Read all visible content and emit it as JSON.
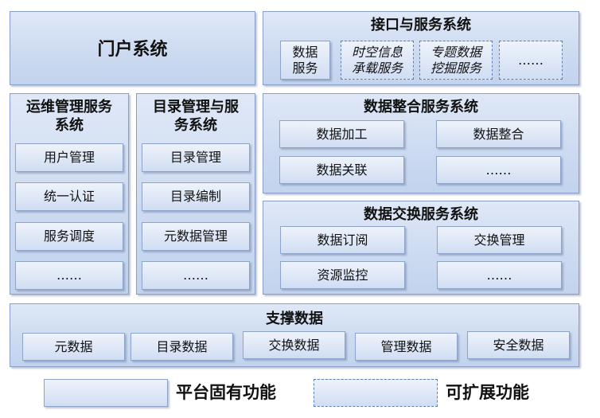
{
  "portal": {
    "title": "门户系统"
  },
  "interface_service": {
    "title": "接口与服务系统",
    "items": [
      "数据\n服务",
      "时空信息\n承载服务",
      "专题数据\n挖掘服务",
      "……"
    ]
  },
  "ops_service": {
    "title": "运维管理服务\n系统",
    "items": [
      "用户管理",
      "统一认证",
      "服务调度",
      "……"
    ]
  },
  "catalog_service": {
    "title": "目录管理与服\n务系统",
    "items": [
      "目录管理",
      "目录编制",
      "元数据管理",
      "……"
    ]
  },
  "integration_service": {
    "title": "数据整合服务系统",
    "items": [
      "数据加工",
      "数据整合",
      "数据关联",
      "……"
    ]
  },
  "exchange_service": {
    "title": "数据交换服务系统",
    "items": [
      "数据订阅",
      "交换管理",
      "资源监控",
      "……"
    ]
  },
  "support_data": {
    "title": "支撑数据",
    "items": [
      "元数据",
      "目录数据",
      "交换数据",
      "管理数据",
      "安全数据"
    ]
  },
  "legend": {
    "solid_label": "平台固有功能",
    "dashed_label": "可扩展功能"
  }
}
